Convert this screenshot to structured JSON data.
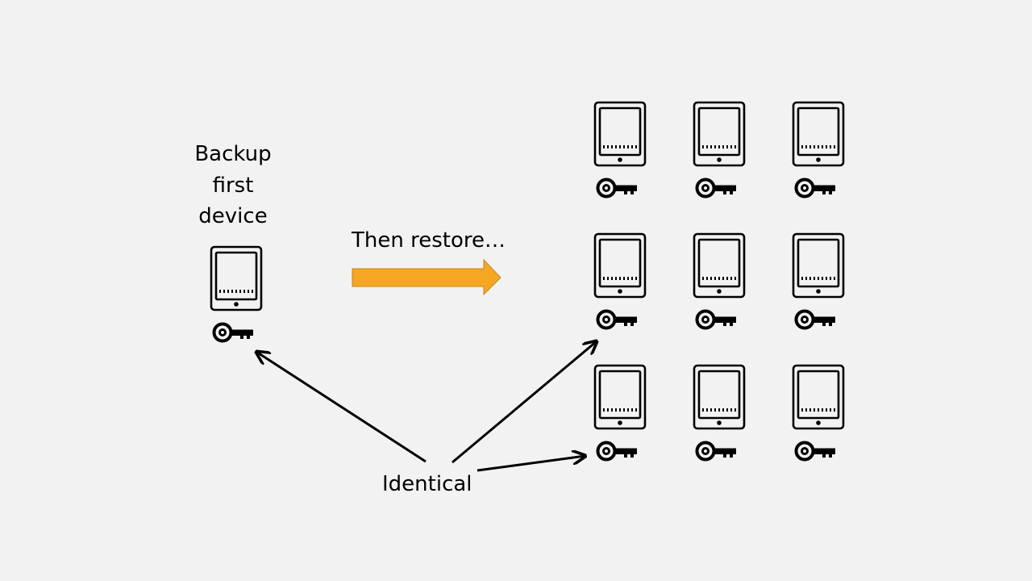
{
  "labels": {
    "backup_lines": [
      "Backup",
      "first",
      "device"
    ],
    "restore": "Then restore…",
    "identical": "Identical"
  },
  "icons": {
    "device": "tablet-icon",
    "key": "key-icon"
  },
  "colors": {
    "background": "#f2f2f2",
    "restore_arrow": "#f5a623",
    "stroke": "#000000"
  },
  "grid": {
    "rows": 3,
    "columns": 3
  }
}
